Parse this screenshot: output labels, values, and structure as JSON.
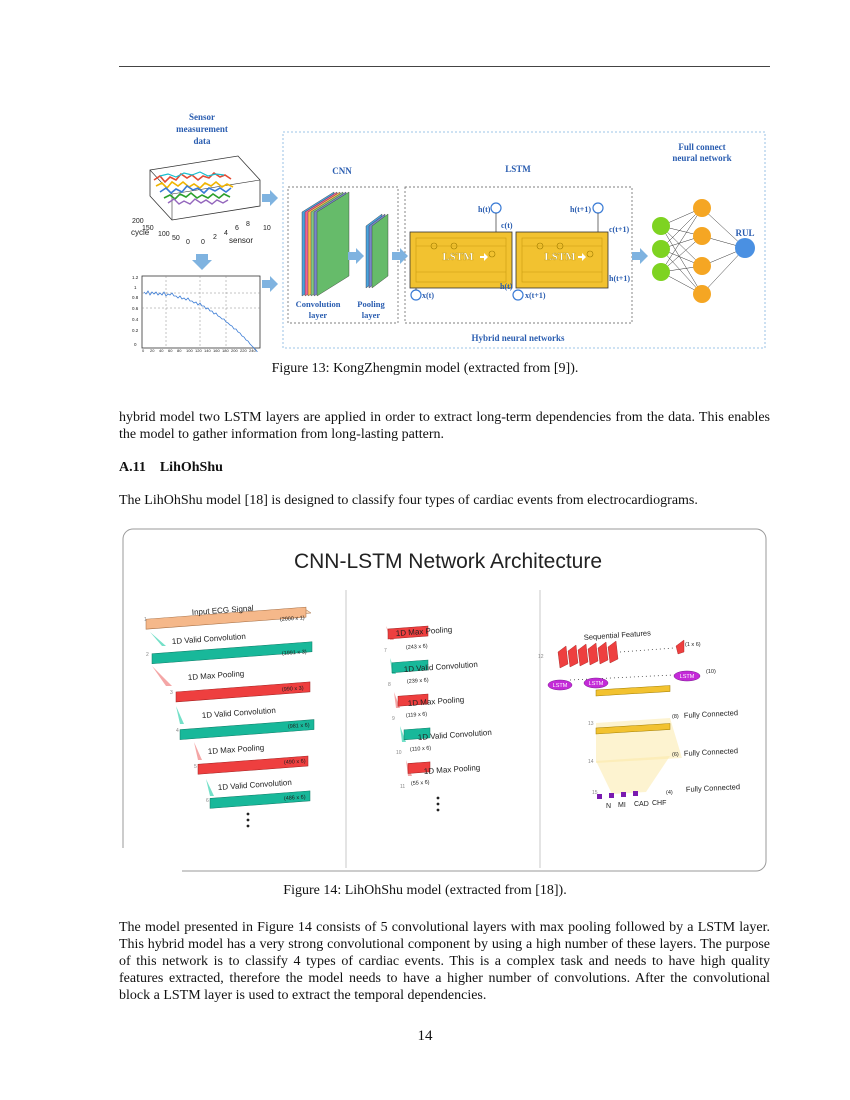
{
  "fig13": {
    "sensor_title": [
      "Sensor",
      "measurement",
      "data"
    ],
    "axis_cycle": "cycle",
    "axis_sensor": "sensor",
    "cycle_ticks": [
      "200",
      "150",
      "100",
      "50",
      "0"
    ],
    "sensor_ticks": [
      "0",
      "2",
      "4",
      "6",
      "8",
      "10"
    ],
    "rul_yticks": [
      "1.2",
      "1",
      "0.8",
      "0.6",
      "0.4",
      "0.2",
      "0"
    ],
    "rul_xticks": [
      "0",
      "20",
      "40",
      "60",
      "80",
      "100",
      "120",
      "140",
      "160",
      "180",
      "200",
      "220",
      "240"
    ],
    "cnn_label": "CNN",
    "lstm_label": "LSTM",
    "full_connect": [
      "Full connect",
      "neural network"
    ],
    "conv_layer": [
      "Convolution",
      "layer"
    ],
    "pooling_layer": [
      "Pooling",
      "layer"
    ],
    "lstm_block": "LSTM",
    "ht": "h(t)",
    "ct": "c(t)",
    "ht1": "h(t+1)",
    "ct1": "c(t+1)",
    "xt": "x(t)",
    "xt1": "x(t+1)",
    "rul": "RUL",
    "hybrid": "Hybrid neural networks"
  },
  "caption13": "Figure 13: KongZhengmin model (extracted from [9]).",
  "para1": "hybrid model two LSTM layers are applied in order to extract long-term dependencies from the data. This enables the model to gather information from long-lasting pattern.",
  "section": {
    "number": "A.11",
    "title": "LihOhShu"
  },
  "para2": "The LihOhShu model [18] is designed to classify four types of cardiac events from electrocardiograms.",
  "fig14": {
    "title": "CNN-LSTM Network Architecture",
    "left": [
      {
        "label": "Input ECG Signal",
        "dim": "(2000 x 1)",
        "num": "1"
      },
      {
        "label": "1D Valid Convolution",
        "dim": "(1991 x 3)",
        "num": "2"
      },
      {
        "label": "1D Max Pooling",
        "dim": "(990 x 3)",
        "num": "3"
      },
      {
        "label": "1D Valid Convolution",
        "dim": "(981 x 6)",
        "num": "4"
      },
      {
        "label": "1D Max Pooling",
        "dim": "(490 x 6)",
        "num": "5"
      },
      {
        "label": "1D Valid Convolution",
        "dim": "(486 x 6)",
        "num": "6"
      }
    ],
    "middle": [
      {
        "label": "1D Max Pooling",
        "dim": "(243 x 6)",
        "num": "7"
      },
      {
        "label": "1D Valid Convolution",
        "dim": "(239 x 6)",
        "num": "8"
      },
      {
        "label": "1D Max Pooling",
        "dim": "(119 x 6)",
        "num": "9"
      },
      {
        "label": "1D Valid Convolution",
        "dim": "(110 x 6)",
        "num": "10"
      },
      {
        "label": "1D Max Pooling",
        "dim": "(55 x 6)",
        "num": "11"
      }
    ],
    "right": {
      "seq_features": "Sequential Features",
      "seq_dim": "(1 x 6)",
      "seq_num": "12",
      "lstm": "LSTM",
      "lstm_dim": "(10)",
      "fc1_dim": "(8)",
      "fc1": "Fully Connected",
      "fc2_dim": "(6)",
      "fc2": "Fully Connected",
      "fc3_dim": "(4)",
      "fc3": "Fully Connected",
      "num13": "13",
      "num14": "14",
      "num15": "15",
      "classes": [
        "N",
        "MI",
        "CAD",
        "CHF"
      ]
    }
  },
  "caption14": "Figure 14: LihOhShu model (extracted from [18]).",
  "para3": "The model presented in Figure 14 consists of 5 convolutional layers with max pooling followed by a LSTM layer. This hybrid model has a very strong convolutional component by using a high number of these layers. The purpose of this network is to classify 4 types of cardiac events. This is a complex task and needs to have high quality features extracted, therefore the model needs to have a higher number of convolutions. After the convolutional block a LSTM layer is used to extract the temporal dependencies.",
  "page_number": "14"
}
